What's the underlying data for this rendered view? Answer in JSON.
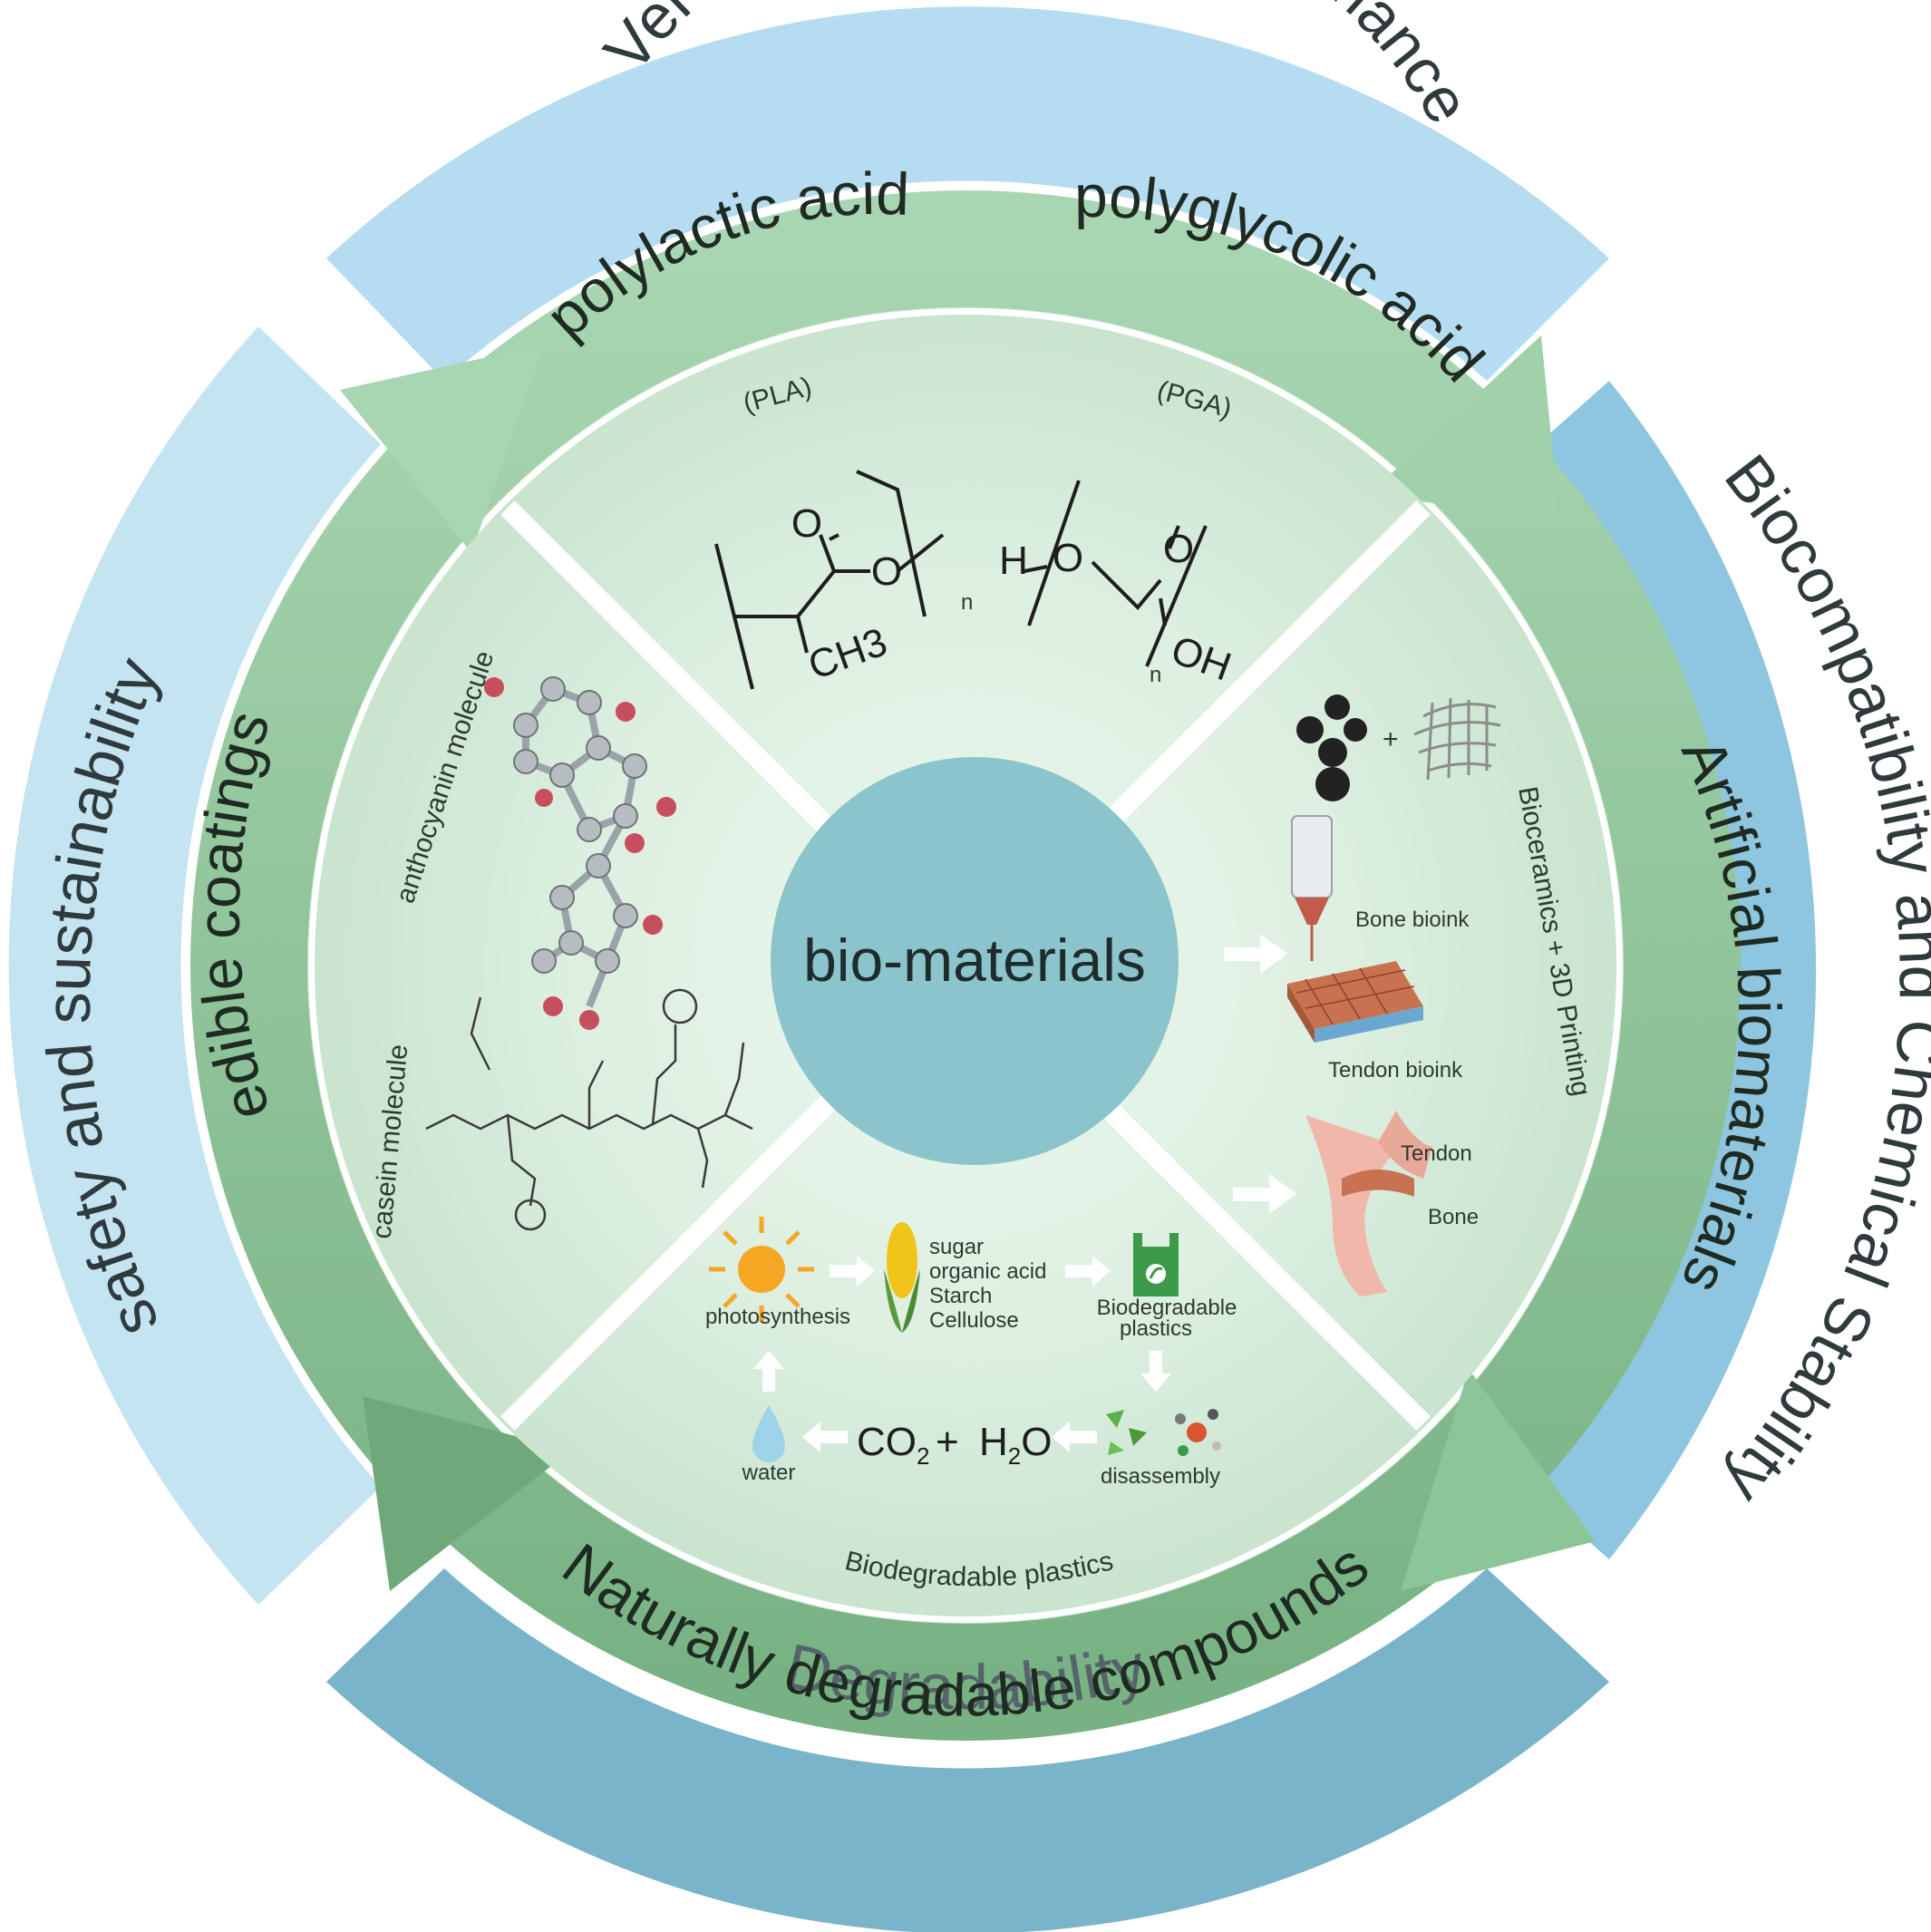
{
  "center": {
    "label": "bio-materials"
  },
  "outer": {
    "top": "Versatile Processing Performance",
    "right": "Biocompatibility and Chemical Stability",
    "bottom": "Degradability",
    "left": "safety and  sustainability"
  },
  "ring": {
    "top_left": "polylactic acid",
    "top_right": "polyglycolic acid",
    "right": "Artificial  biomaterials",
    "bottom": "Naturally degradable compounds",
    "left": "edible coatings"
  },
  "quadrants": {
    "top": {
      "pla_label": "(PLA)",
      "pga_label": "(PGA)",
      "pla_o": "O",
      "pla_o2": "O",
      "pla_ch3": "CH3",
      "pla_n": "n",
      "pga_h": "H",
      "pga_o": "O",
      "pga_o2": "O",
      "pga_oh": "OH",
      "pga_n": "n"
    },
    "left": {
      "anthocyanin": "anthocyanin molecule",
      "casein": "casein molecule"
    },
    "right": {
      "title": "Bioceramics + 3D Printing",
      "bone_bioink": "Bone bioink",
      "tendon_bioink": "Tendon bioink",
      "tendon": "Tendon",
      "bone": "Bone"
    },
    "bottom": {
      "title": "Biodegradable plastics",
      "photosynthesis": "photosynthesis",
      "sugar": "sugar",
      "organic_acid": "organic acid",
      "starch": "Starch",
      "cellulose": "Cellulose",
      "biodegradable": "Biodegradable",
      "plastics": "plastics",
      "water": "water",
      "co2": "CO",
      "co2_sub": "2",
      "h2o": "H",
      "h2o_sub": "2",
      "h2o_o": "O",
      "disassembly": "disassembly"
    }
  },
  "colors": {
    "outer_top": "#b5dcf0",
    "outer_right": "#8ec6df",
    "outer_bottom": "#7ab4ca",
    "outer_left": "#c4e4f2",
    "ring_light": "#a9d4b1",
    "ring_dark": "#7cb487",
    "disk": "#dcefe0",
    "center": "#8cc4cb"
  }
}
